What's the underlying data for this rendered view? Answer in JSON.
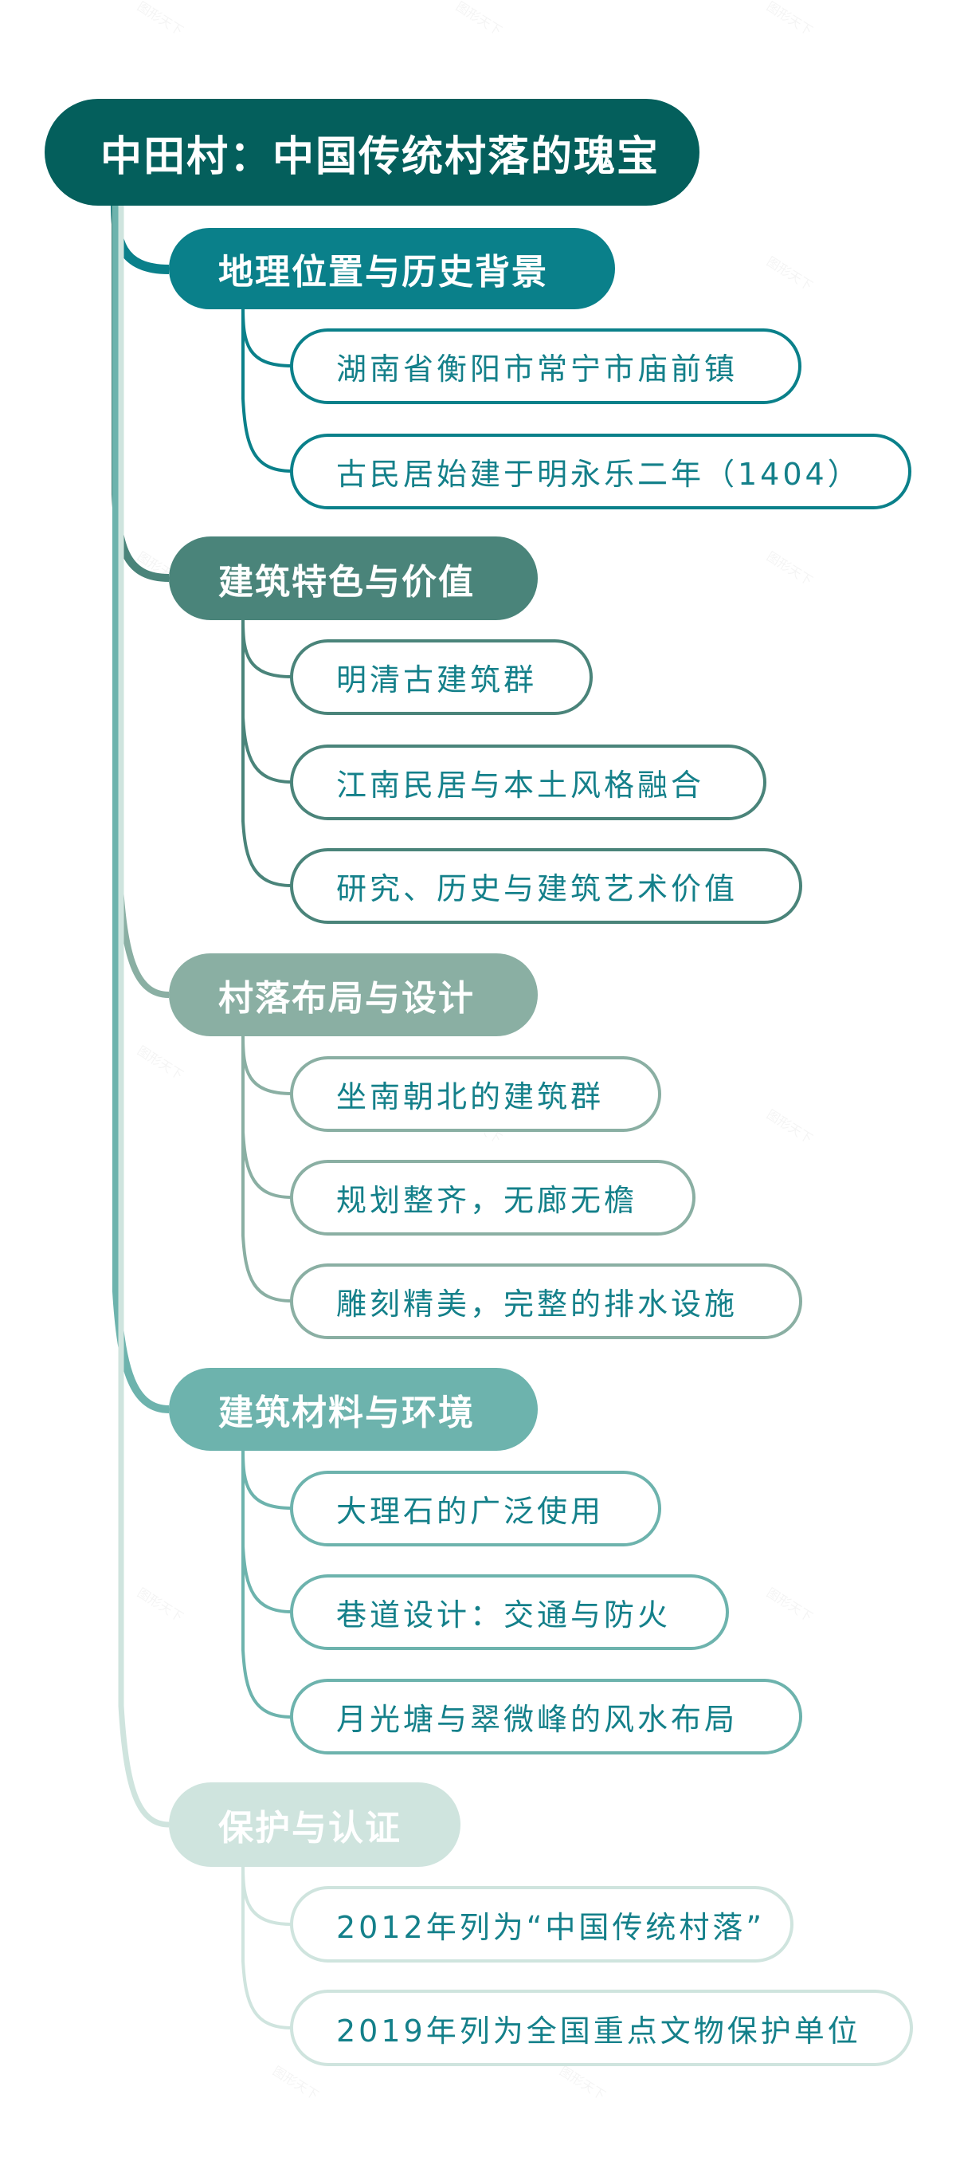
{
  "root": {
    "title": "中田村：中国传统村落的瑰宝",
    "color": "#045f5c"
  },
  "sections": [
    {
      "title": "地理位置与历史背景",
      "color": "#0a808a",
      "items": [
        "湖南省衡阳市常宁市庙前镇",
        "古民居始建于明永乐二年（1404）"
      ]
    },
    {
      "title": "建筑特色与价值",
      "color": "#4a847a",
      "items": [
        "明清古建筑群",
        "江南民居与本土风格融合",
        "研究、历史与建筑艺术价值"
      ]
    },
    {
      "title": "村落布局与设计",
      "color": "#8aafa3",
      "items": [
        "坐南朝北的建筑群",
        "规划整齐，无廊无檐",
        "雕刻精美，完整的排水设施"
      ]
    },
    {
      "title": "建筑材料与环境",
      "color": "#6db3ad",
      "items": [
        "大理石的广泛使用",
        "巷道设计：交通与防火",
        "月光塘与翠微峰的风水布局"
      ]
    },
    {
      "title": "保护与认证",
      "color": "#cfe4de",
      "items": [
        "2012年列为“中国传统村落”",
        "2019年列为全国重点文物保护单位"
      ]
    }
  ],
  "leaf_text_color": "#14808a",
  "watermark": "图形天下"
}
